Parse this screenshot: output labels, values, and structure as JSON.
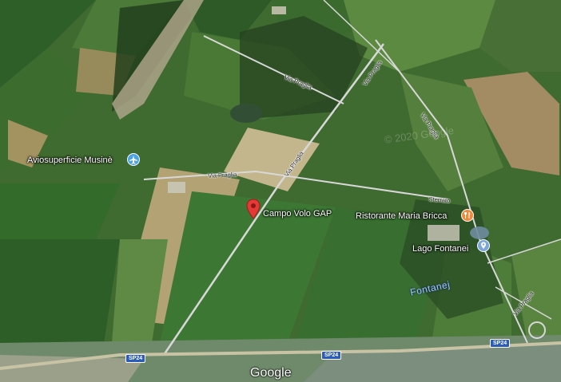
{
  "map": {
    "type": "satellite",
    "colors": {
      "field_dark": "#2f5f29",
      "field_mid": "#4a7a36",
      "field_light": "#6a8f45",
      "field_tan": "#b59a6a",
      "road": "#d8d8d8",
      "poi_pin": "#e53935",
      "airport_icon": "#4ba3e8",
      "restaurant_icon": "#f08a3a",
      "lake_icon": "#7ba7d9",
      "shield_blue": "#2b5cb8"
    },
    "places": {
      "aviosuperficie": {
        "label": "Aviosuperficie Musinè",
        "icon": "airplane-icon"
      },
      "campo_volo": {
        "label": "Campo Volo GAP",
        "icon": "red-pin-icon"
      },
      "ristorante": {
        "label": "Ristorante Maria Bricca",
        "icon": "restaurant-icon"
      },
      "lago": {
        "label": "Lago Fontanei",
        "icon": "lake-pin-icon"
      }
    },
    "water_label": "Fontanej",
    "roads": {
      "via_praglia_1": "Via Praglia",
      "via_praglia_2": "Via Praglia",
      "via_praglia_3": "Via Praglia",
      "via_praglia_4": "Via Praglia",
      "via_praglia_5": "Via Praglia",
      "via_praglia_6": "Via Praglia",
      "sterrato": "Sterrato"
    },
    "shields": {
      "sp24_left": "SP24",
      "sp24_mid": "SP24",
      "sp24_right": "SP24"
    },
    "watermark": "Google",
    "copyright": "© 2020 Google"
  }
}
